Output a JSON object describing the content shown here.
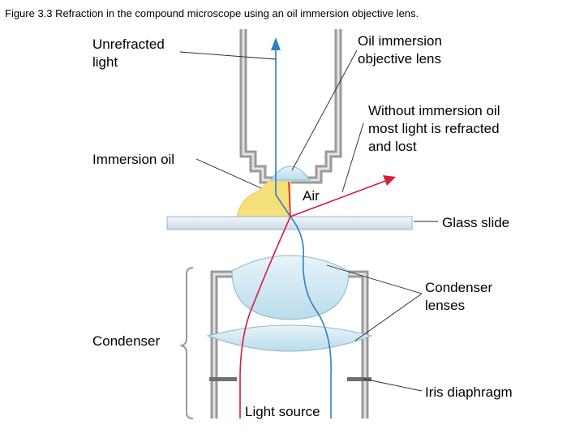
{
  "caption": "Figure 3.3 Refraction in the compound microscope using an oil immersion objective lens.",
  "labels": {
    "unrefracted_light": [
      "Unrefracted",
      "light"
    ],
    "oil_immersion_lens": [
      "Oil immersion",
      "objective lens"
    ],
    "without_oil": [
      "Without immersion oil",
      "most light is refracted",
      "and lost"
    ],
    "immersion_oil": "Immersion oil",
    "air": "Air",
    "glass_slide": "Glass slide",
    "condenser_lenses": [
      "Condenser",
      "lenses"
    ],
    "condenser": "Condenser",
    "iris_diaphragm": "Iris diaphragm",
    "light_source": "Light source"
  },
  "colors": {
    "unrefracted_ray": "#2f7fc1",
    "refracted_ray": "#d4203a",
    "immersion_oil": "#f6e07a",
    "lens_fill": "#cde6f2",
    "housing": "#9a9a9a",
    "slide": "#dde9f2"
  }
}
